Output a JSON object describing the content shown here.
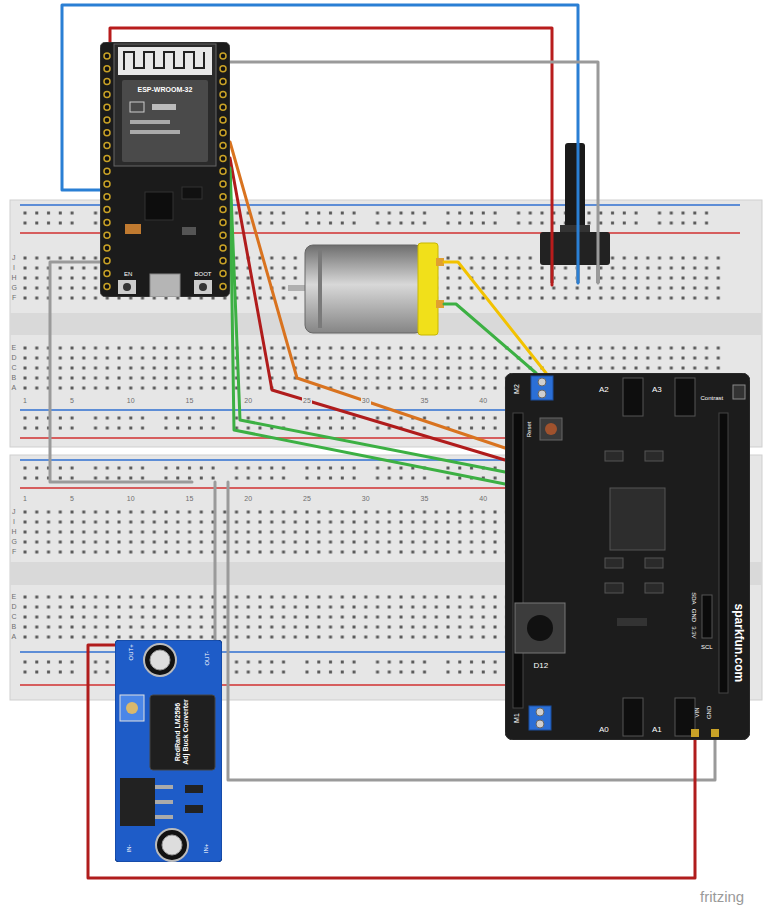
{
  "diagram": {
    "nodes": [
      {
        "text": [
          "ESP-WROOM-32"
        ]
      },
      {
        "text": [
          "sparkfun.com"
        ]
      },
      {
        "text": [
          "RedRand LM2596 Adj Buck Converter"
        ]
      }
    ],
    "edges": [
      {
        "from": 0,
        "to": 1,
        "arrow": "none"
      },
      {
        "from": 0,
        "to": 1,
        "arrow": "none"
      },
      {
        "from": 0,
        "to": 1,
        "arrow": "none"
      },
      {
        "from": 0,
        "to": 1,
        "arrow": "none"
      },
      {
        "from": 2,
        "to": 1,
        "arrow": "none"
      }
    ],
    "labels": [
      "EN",
      "BOOT",
      "M2",
      "Reset",
      "A2",
      "A3",
      "Contrast",
      "D12",
      "SDA",
      "GND",
      "3.3V",
      "SCL",
      "M1",
      "A0",
      "A1",
      "VIN",
      "GND",
      "OUT+",
      "OUT-",
      "IN-",
      "IN+",
      "J",
      "I",
      "H",
      "G",
      "F",
      "E",
      "D",
      "C",
      "B",
      "A",
      "1",
      "5",
      "10",
      "15",
      "20",
      "25",
      "30",
      "35",
      "40",
      "J",
      "I",
      "H",
      "G",
      "F",
      "E",
      "D",
      "C",
      "B",
      "A",
      "1",
      "5",
      "10",
      "15",
      "20",
      "25",
      "30",
      "35",
      "40",
      "fritzing"
    ]
  }
}
